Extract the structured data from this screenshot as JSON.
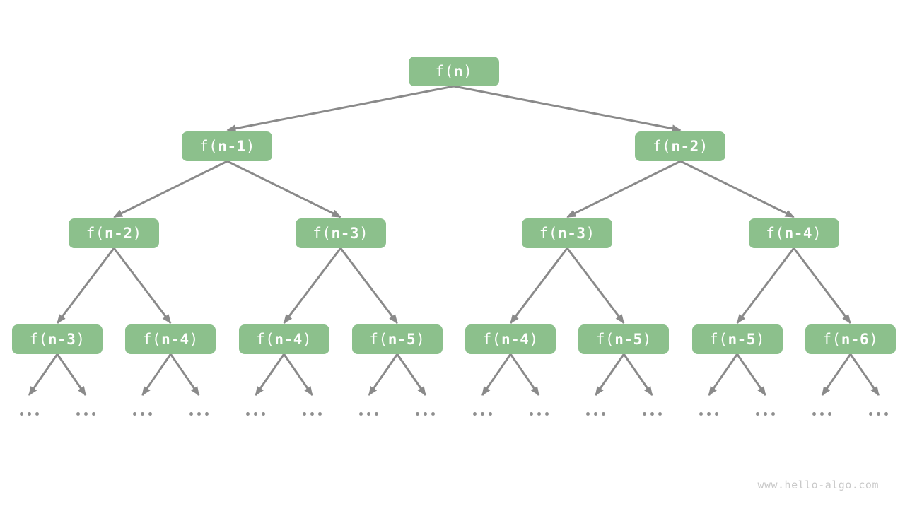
{
  "diagram_title": "recursion-tree",
  "colors": {
    "background": "#ffffff",
    "node_fill": "#8cc08c",
    "node_text": "#ffffff",
    "arrow": "#8a8a8a",
    "dot": "#8f8f8f",
    "watermark": "#c9c9c9"
  },
  "ellipsis_label": "...",
  "watermark": "www.hello-algo.com",
  "tree": {
    "label": "f(n)",
    "children": [
      {
        "label": "f(n-1)",
        "children": [
          {
            "label": "f(n-2)",
            "children": [
              {
                "label": "f(n-3)",
                "children": [
                  {
                    "label": "..."
                  },
                  {
                    "label": "..."
                  }
                ]
              },
              {
                "label": "f(n-4)",
                "children": [
                  {
                    "label": "..."
                  },
                  {
                    "label": "..."
                  }
                ]
              }
            ]
          },
          {
            "label": "f(n-3)",
            "children": [
              {
                "label": "f(n-4)",
                "children": [
                  {
                    "label": "..."
                  },
                  {
                    "label": "..."
                  }
                ]
              },
              {
                "label": "f(n-5)",
                "children": [
                  {
                    "label": "..."
                  },
                  {
                    "label": "..."
                  }
                ]
              }
            ]
          }
        ]
      },
      {
        "label": "f(n-2)",
        "children": [
          {
            "label": "f(n-3)",
            "children": [
              {
                "label": "f(n-4)",
                "children": [
                  {
                    "label": "..."
                  },
                  {
                    "label": "..."
                  }
                ]
              },
              {
                "label": "f(n-5)",
                "children": [
                  {
                    "label": "..."
                  },
                  {
                    "label": "..."
                  }
                ]
              }
            ]
          },
          {
            "label": "f(n-4)",
            "children": [
              {
                "label": "f(n-5)",
                "children": [
                  {
                    "label": "..."
                  },
                  {
                    "label": "..."
                  }
                ]
              },
              {
                "label": "f(n-6)",
                "children": [
                  {
                    "label": "..."
                  },
                  {
                    "label": "..."
                  }
                ]
              }
            ]
          }
        ]
      }
    ]
  }
}
